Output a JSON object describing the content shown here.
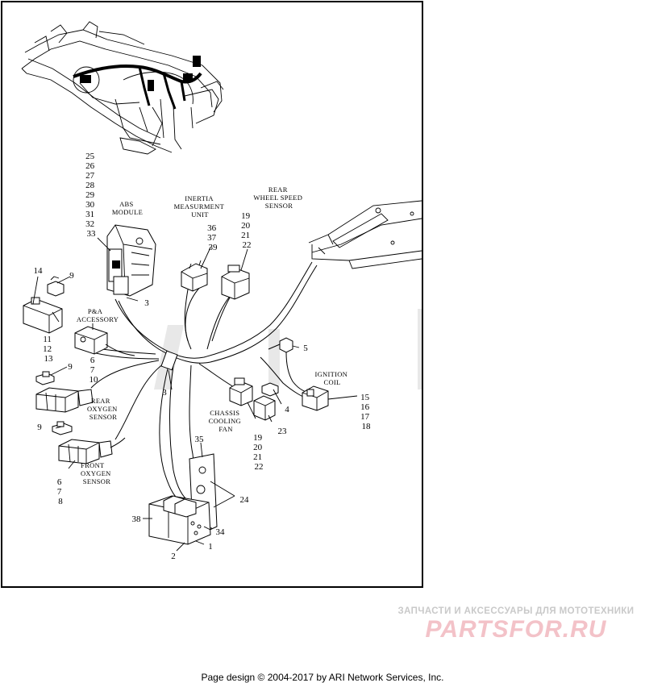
{
  "labels": {
    "abs_module": [
      "ABS",
      "MODULE"
    ],
    "inertia": [
      "INERTIA",
      "MEASURMENT",
      "UNIT"
    ],
    "rear_wheel": [
      "REAR",
      "WHEEL SPEED",
      "SENSOR"
    ],
    "pa_accessory": [
      "P&A",
      "ACCESSORY"
    ],
    "ignition_coil": [
      "IGNITION",
      "COIL"
    ],
    "rear_oxygen": [
      "REAR",
      "OXYGEN",
      "SENSOR"
    ],
    "chassis_fan": [
      "CHASSIS",
      "COOLING",
      "FAN"
    ],
    "front_oxygen": [
      "FRONT",
      "OXYGEN",
      "SENSOR"
    ]
  },
  "callouts": {
    "abs_stack": [
      "25",
      "26",
      "27",
      "28",
      "29",
      "30",
      "31",
      "32",
      "33"
    ],
    "inertia_stack": [
      "36",
      "37",
      "39"
    ],
    "rear_wheel_stack": [
      "19",
      "20",
      "21",
      "22"
    ],
    "c14": "14",
    "c9a": "9",
    "c3a": "3",
    "c5": "5",
    "pa_stack": [
      "11",
      "12",
      "13"
    ],
    "pa_stack2": [
      "6",
      "7",
      "10"
    ],
    "c9b": "9",
    "c3b": "3",
    "c4": "4",
    "ignition_stack": [
      "15",
      "16",
      "17",
      "18"
    ],
    "c23": "23",
    "c9c": "9",
    "fan_stack": [
      "19",
      "20",
      "21",
      "22"
    ],
    "c35": "35",
    "c24": "24",
    "front_stack": [
      "6",
      "7",
      "8"
    ],
    "c38": "38",
    "c34": "34",
    "c2": "2",
    "c1": "1"
  },
  "watermark": {
    "tagline": "ЗАПЧАСТИ И АКСЕССУАРЫ ДЛЯ МОТОТЕХНИКИ",
    "logo": "PARTSFOR.RU"
  },
  "footer": "Page design © 2004-2017 by ARI Network Services, Inc."
}
